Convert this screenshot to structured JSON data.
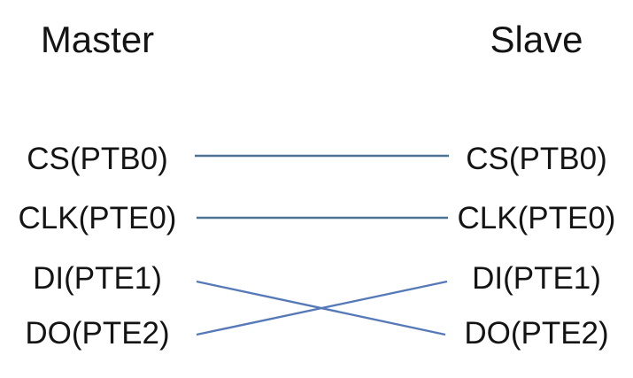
{
  "diagram": {
    "title_left": "Master",
    "title_right": "Slave",
    "master_pins": [
      {
        "label": "CS(PTB0)"
      },
      {
        "label": "CLK(PTE0)"
      },
      {
        "label": "DI(PTE1)"
      },
      {
        "label": "DO(PTE2)"
      }
    ],
    "slave_pins": [
      {
        "label": "CS(PTB0)"
      },
      {
        "label": "CLK(PTE0)"
      },
      {
        "label": "DI(PTE1)"
      },
      {
        "label": "DO(PTE2)"
      }
    ],
    "connections": [
      {
        "from": "Master CS(PTB0)",
        "to": "Slave CS(PTB0)",
        "type": "straight"
      },
      {
        "from": "Master CLK(PTE0)",
        "to": "Slave CLK(PTE0)",
        "type": "straight"
      },
      {
        "from": "Master DI(PTE1)",
        "to": "Slave DO(PTE2)",
        "type": "cross"
      },
      {
        "from": "Master DO(PTE2)",
        "to": "Slave DI(PTE1)",
        "type": "cross"
      }
    ],
    "colors": {
      "line_horizontal": "#4d7293",
      "line_diagonal": "#5679b8",
      "text": "#141414",
      "background": "#ffffff"
    }
  }
}
